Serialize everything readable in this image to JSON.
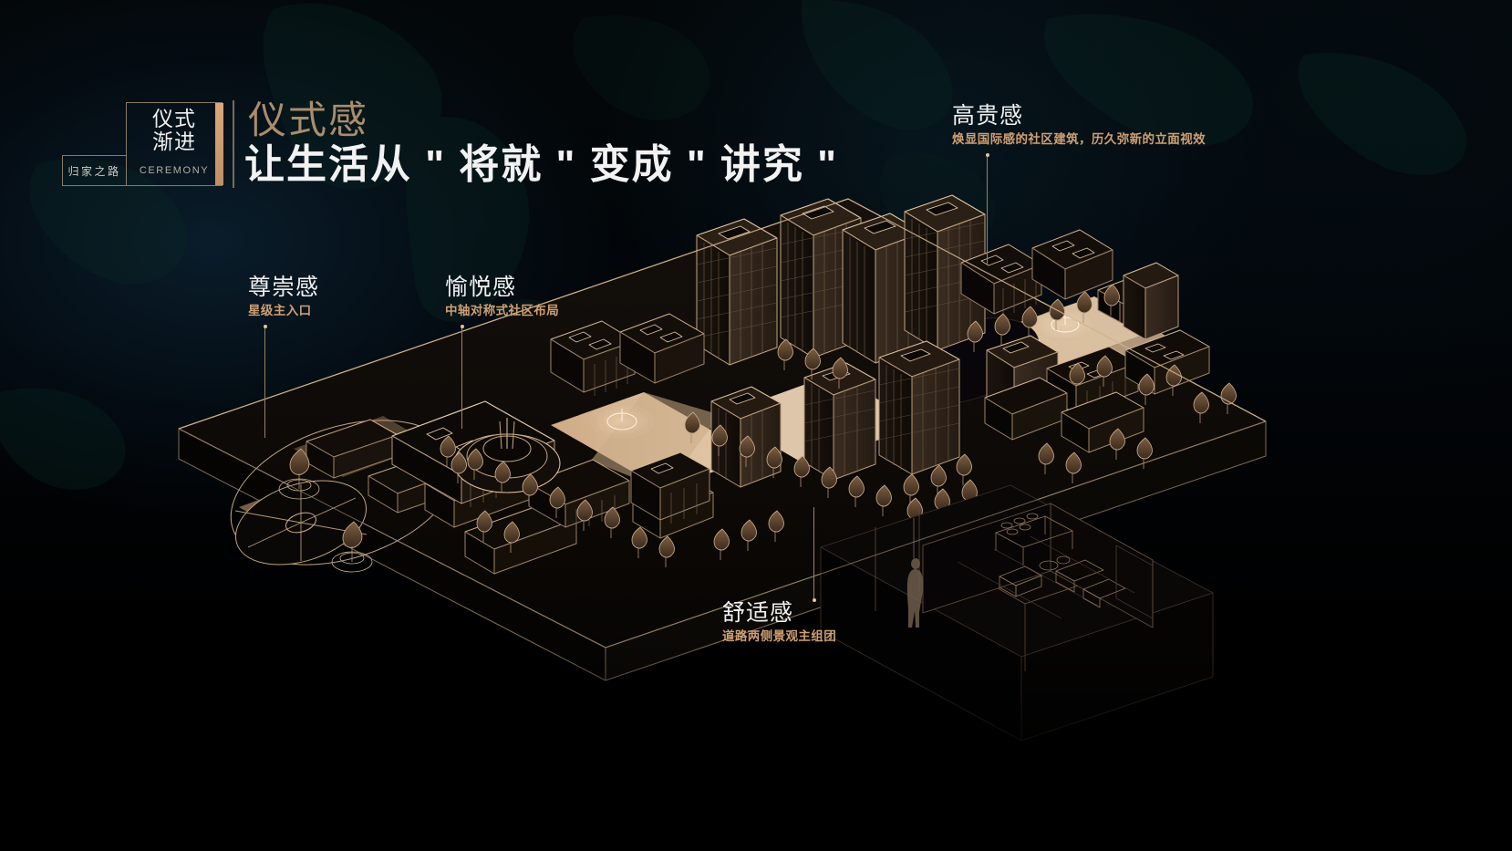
{
  "palette": {
    "background": "#000000",
    "deep_blue": "#05131f",
    "gold": "#cf9f72",
    "gold_light": "#e3c49c",
    "gold_dark": "#8c7a63",
    "sand": "#e8c9a6",
    "white": "#f2f2f2",
    "line": "#d6bb9a"
  },
  "logo": {
    "cn_line1": "仪式",
    "cn_line2": "渐进",
    "left_label": "归家之路",
    "en_label": "CEREMONY"
  },
  "header": {
    "subtitle": "仪式感",
    "title": "让生活从 \" 将就 \" 变成 \" 讲究 \""
  },
  "annotations": [
    {
      "id": "zunchong",
      "title": "尊崇感",
      "desc": "星级主入口",
      "position": "left",
      "leader": "down"
    },
    {
      "id": "yuyue",
      "title": "愉悦感",
      "desc": "中轴对称式社区布局",
      "position": "left-center",
      "leader": "down"
    },
    {
      "id": "gaogui",
      "title": "高贵感",
      "desc": "焕显国际感的社区建筑，历久弥新的立面视效",
      "position": "top-right",
      "leader": "down"
    },
    {
      "id": "shushi",
      "title": "舒适感",
      "desc": "道路两侧景观主组团",
      "position": "bottom-center",
      "leader": "up"
    }
  ],
  "illustration": {
    "type": "isometric-masterplan",
    "description": "社区总平面轴测图",
    "elements": [
      "主入口广场",
      "中轴景观大道",
      "高层住宅组团",
      "洋房组团",
      "景观树阵",
      "地下车库剖面",
      "架空层大堂"
    ]
  }
}
